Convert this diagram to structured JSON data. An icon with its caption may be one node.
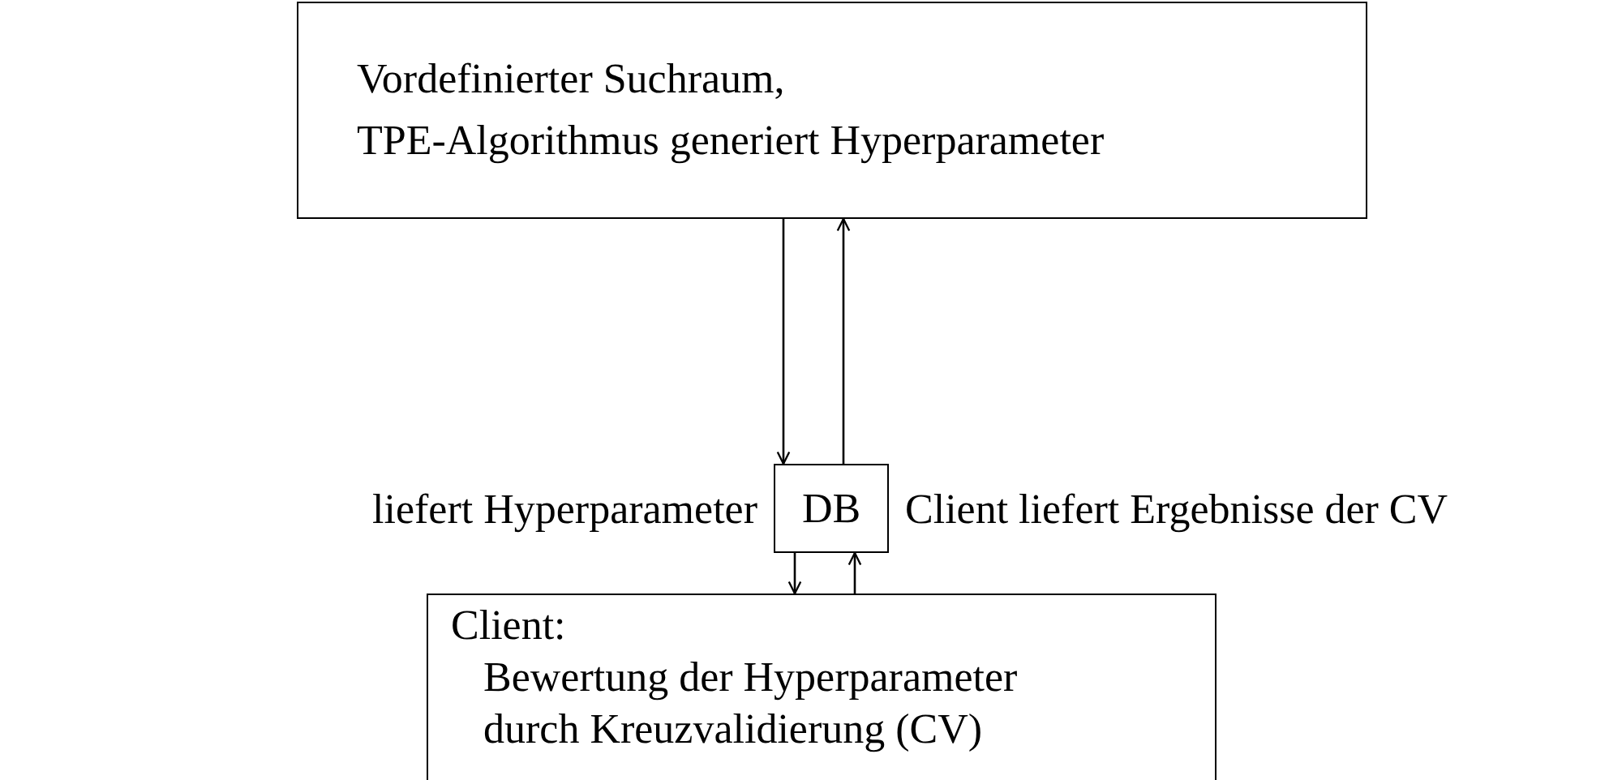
{
  "diagram": {
    "nodes": [
      {
        "text": [
          "Vordefinierter Suchraum,",
          "TPE-Algorithmus generiert Hyperparameter"
        ]
      },
      {
        "text": [
          "DB"
        ],
        "beside": [
          "liefert Hyperparameter",
          "Client liefert Ergebnisse der CV"
        ]
      },
      {
        "text": [
          "Client:",
          "Bewertung der Hyperparameter durch Kreuzvalidierung (CV)"
        ]
      }
    ],
    "edges": [
      {
        "from": 0,
        "to": 1,
        "arrow": "to"
      },
      {
        "from": 1,
        "to": 0,
        "arrow": "to"
      },
      {
        "from": 1,
        "to": 2,
        "arrow": "to"
      },
      {
        "from": 2,
        "to": 1,
        "arrow": "to"
      }
    ]
  }
}
